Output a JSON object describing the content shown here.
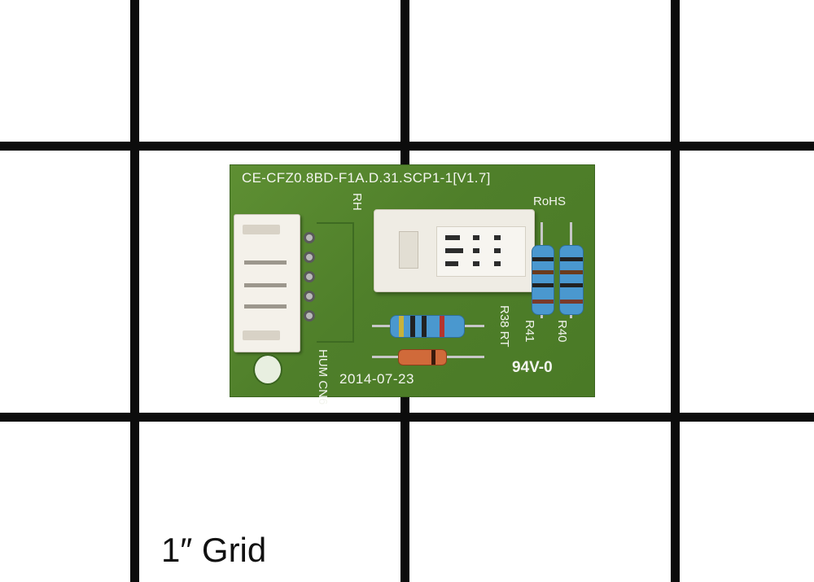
{
  "board": {
    "part_number": "CE-CFZ0.8BD-F1A.D.31.SCP1-1[V1.7]",
    "rohs": "RoHS",
    "rh": "RH",
    "hum_cn6": "HUM CN6",
    "date": "2014-07-23",
    "r38_rt": "R38 RT",
    "r41": "R41",
    "r40": "R40",
    "flammability": "94V-0"
  },
  "grid_label": "1″ Grid",
  "colors": {
    "pcb_green": "#4f7f2a",
    "silkscreen": "#f3f5ef",
    "connector_white": "#f4f1ea",
    "resistor_blue": "#4a98cf",
    "diode_orange": "#d06a3a",
    "grid_black": "#0c0c0c"
  }
}
